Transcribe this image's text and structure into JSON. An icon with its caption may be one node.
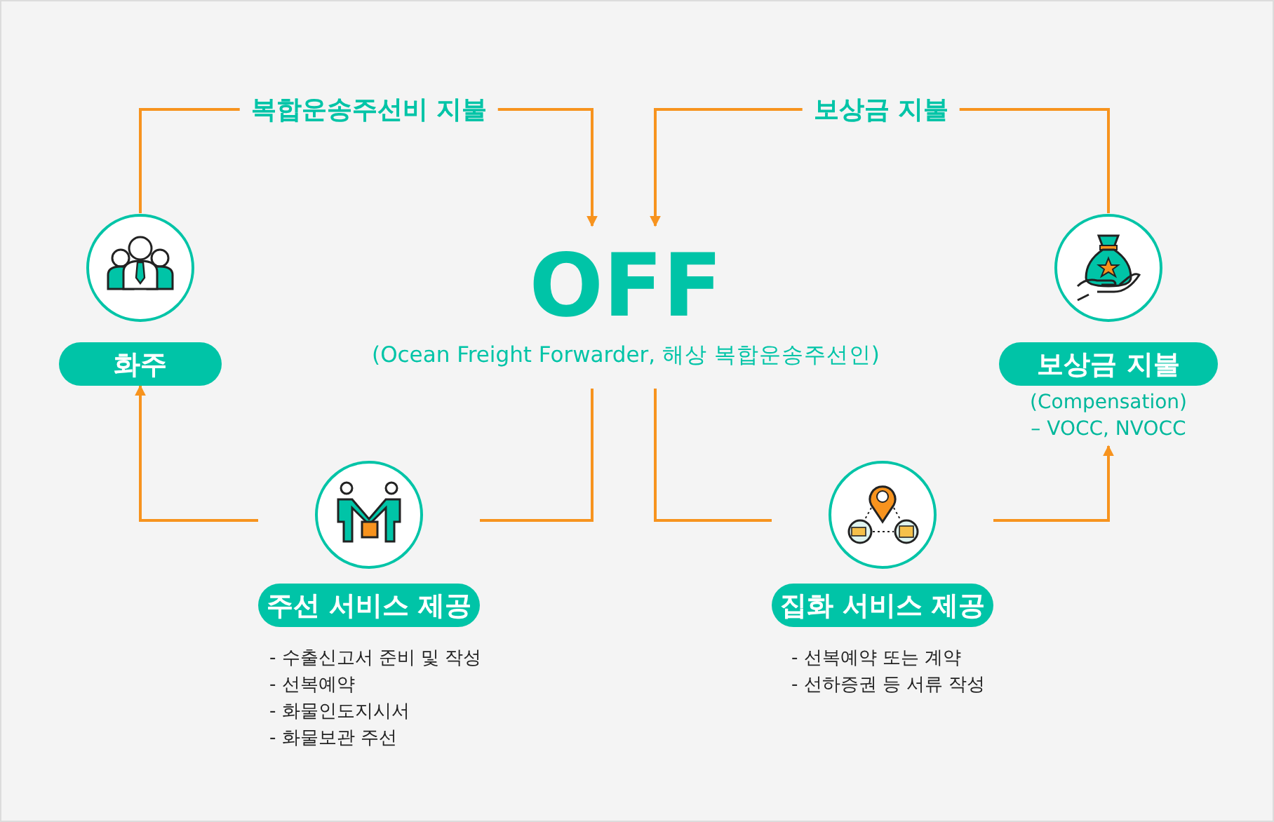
{
  "diagram": {
    "nodes": [
      {
        "text": [
          "화주"
        ]
      },
      {
        "text": [
          "OFF",
          "(Ocean Freight Forwarder, 해상 복합운송주선인)"
        ]
      },
      {
        "text": [
          "보상금 지불"
        ],
        "beside": [
          "(Compensation)",
          "– VOCC, NVOCC"
        ]
      },
      {
        "text": [
          "주선 서비스 제공"
        ],
        "beside": [
          "- 수출신고서 준비 및 작성",
          "- 선복예약",
          "- 화물인도지시서",
          "- 화물보관 주선"
        ]
      },
      {
        "text": [
          "집화 서비스 제공"
        ],
        "beside": [
          "- 선복예약 또는 계약",
          "- 선하증권 등 서류 작성"
        ]
      }
    ],
    "edges": [
      {
        "from": 0,
        "to": 1,
        "arrow": "to",
        "label": "복합운송주선비 지불"
      },
      {
        "from": 2,
        "to": 1,
        "arrow": "to",
        "label": "보상금 지불"
      },
      {
        "from": 1,
        "to": 3,
        "arrow": "none"
      },
      {
        "from": 3,
        "to": 0,
        "arrow": "to"
      },
      {
        "from": 1,
        "to": 4,
        "arrow": "none"
      },
      {
        "from": 4,
        "to": 2,
        "arrow": "to"
      }
    ]
  }
}
